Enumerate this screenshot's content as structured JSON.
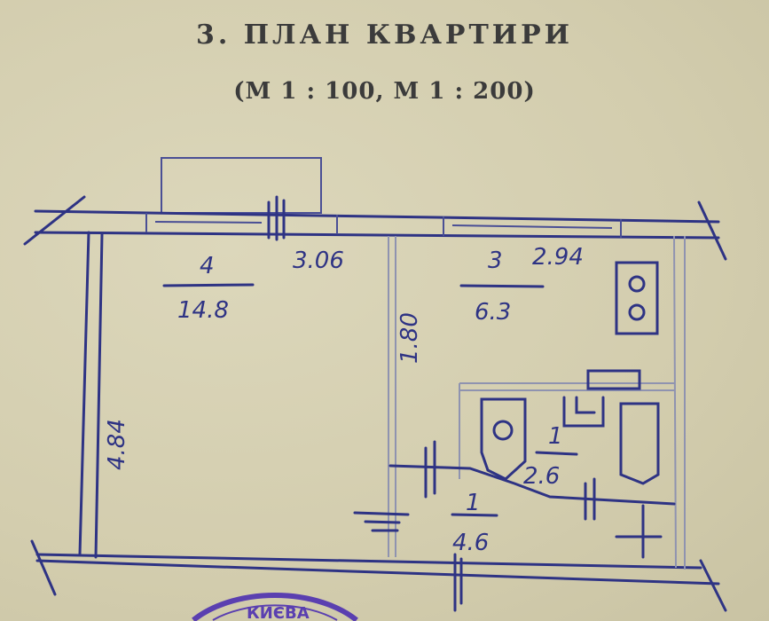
{
  "header": {
    "title": "3. ПЛАН КВАРТИРИ",
    "scale": "(М 1 : 100, М 1 : 200)"
  },
  "plan": {
    "room_main": {
      "number": "4",
      "area": "14.8"
    },
    "room_kitchen": {
      "number": "3",
      "area": "6.3"
    },
    "bathroom": {
      "number": "1",
      "area": "2.6"
    },
    "hall": {
      "number": "1",
      "area": "4.6"
    },
    "dimensions": {
      "main_width": "3.06",
      "kitchen_width": "2.94",
      "main_length": "4.84",
      "kitchen_length": "1.80"
    }
  },
  "stamp": {
    "text": "КИЄВА"
  },
  "colors": {
    "ink": "#2e3384",
    "paper": "#d6d1b3",
    "stamp": "#5a3fb0"
  }
}
